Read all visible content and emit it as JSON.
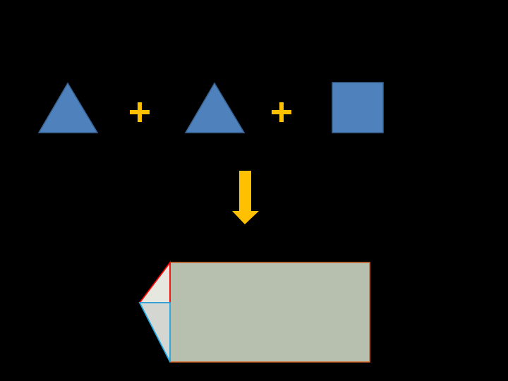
{
  "diagram": {
    "background_color": "#000000",
    "shape_fill": "#4f81bd",
    "shape_stroke": "#3a6593",
    "operator_color": "#ffc000",
    "arrow_color": "#ffc000",
    "result_rect_fill": "#b7bfae",
    "result_rect_stroke": "#d86b2e",
    "upper_triangle_fill": "#e6e8df",
    "upper_triangle_stroke": "#ff0000",
    "lower_triangle_fill": "#d4d6d1",
    "lower_triangle_stroke": "#23a9e6",
    "inputs": [
      {
        "shape": "triangle"
      },
      {
        "operator": "plus"
      },
      {
        "shape": "triangle"
      },
      {
        "operator": "plus"
      },
      {
        "shape": "square"
      }
    ],
    "result": "rectangle-with-two-triangles"
  }
}
